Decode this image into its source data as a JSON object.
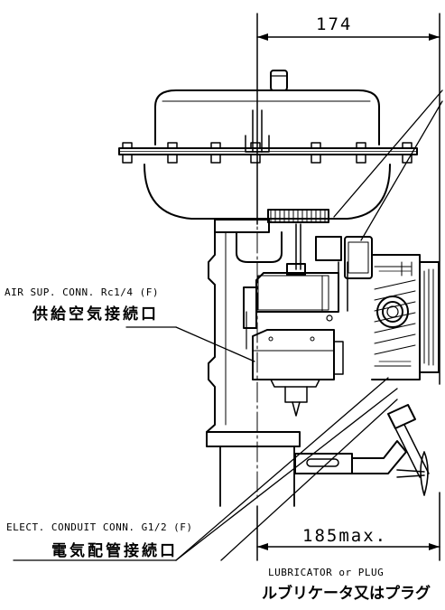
{
  "dimensions": {
    "top_width": "174",
    "bottom_width": "185max."
  },
  "labels": {
    "air_supply_en": "AIR SUP. CONN. Rc1/4 (F)",
    "air_supply_jp": "供給空気接続口",
    "conduit_en": "ELECT. CONDUIT CONN. G1/2 (F)",
    "conduit_jp": "電気配管接続口",
    "lubricator_en": "LUBRICATOR or PLUG",
    "lubricator_jp": "ルブリケータ又はプラグ"
  },
  "colors": {
    "line": "#000000",
    "background": "#ffffff"
  }
}
